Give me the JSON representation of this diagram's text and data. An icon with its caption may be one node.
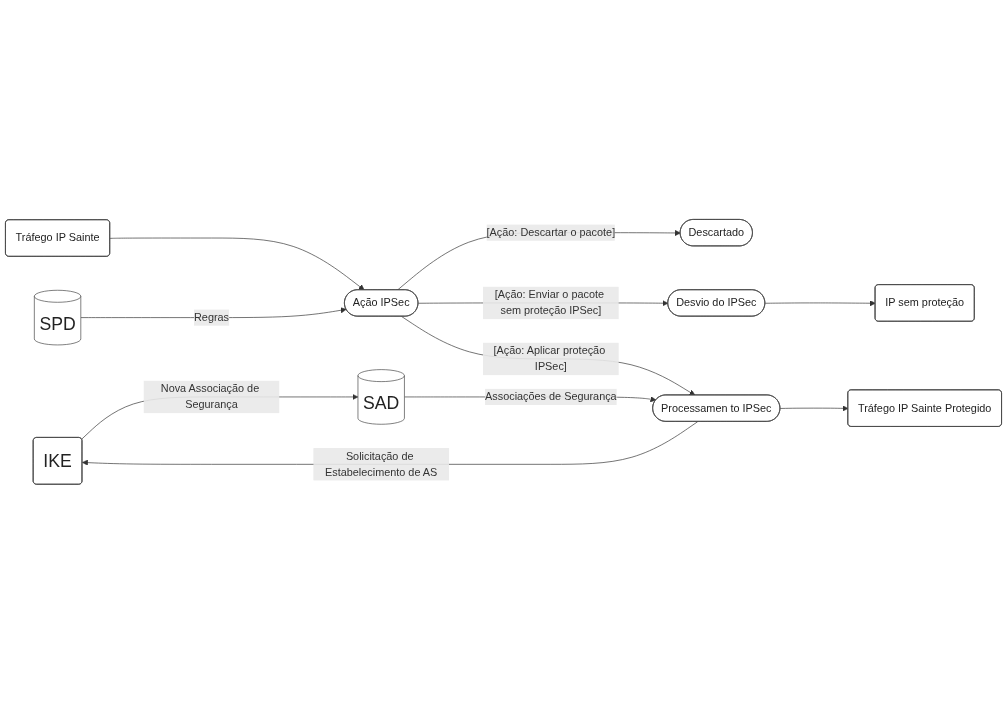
{
  "diagram": {
    "nodes": [
      {
        "text": [
          "Descartado"
        ]
      },
      {
        "text": [
          "Tráfego IP Sainte Protegido"
        ]
      },
      {
        "text": [
          "IKE"
        ]
      },
      {
        "text": [
          "Tráfego IP Sainte"
        ]
      },
      {
        "text": [
          "Ação IPSec"
        ]
      },
      {
        "text": [
          "Processamen to IPSec"
        ]
      },
      {
        "text": [
          "Desvio do IPSec"
        ]
      },
      {
        "text": [
          "SPD"
        ]
      },
      {
        "text": [
          "SAD"
        ]
      },
      {
        "text": [
          "IP sem proteção"
        ]
      }
    ],
    "edges": [
      {
        "from": 3,
        "to": 4,
        "arrow": "to"
      },
      {
        "from": 4,
        "to": 0,
        "arrow": "to",
        "label": "[Ação: Descartar o pacote]"
      },
      {
        "from": 4,
        "to": 5,
        "arrow": "to",
        "label": "[Ação: Aplicar proteção IPSec]"
      },
      {
        "from": 4,
        "to": 6,
        "arrow": "to",
        "label": "[Ação: Enviar o pacote sem proteção IPSec]"
      },
      {
        "from": 7,
        "to": 4,
        "arrow": "to",
        "label": "Regras"
      },
      {
        "from": 8,
        "to": 5,
        "arrow": "to",
        "label": "Associações de Segurança"
      },
      {
        "from": 5,
        "to": 1,
        "arrow": "to"
      },
      {
        "from": 5,
        "to": 2,
        "arrow": "to",
        "label": "Solicitação de Estabelecimento de AS"
      },
      {
        "from": 2,
        "to": 8,
        "arrow": "to",
        "label": "Nova Associação de Segurança"
      },
      {
        "from": 6,
        "to": 9,
        "arrow": "to"
      }
    ]
  }
}
